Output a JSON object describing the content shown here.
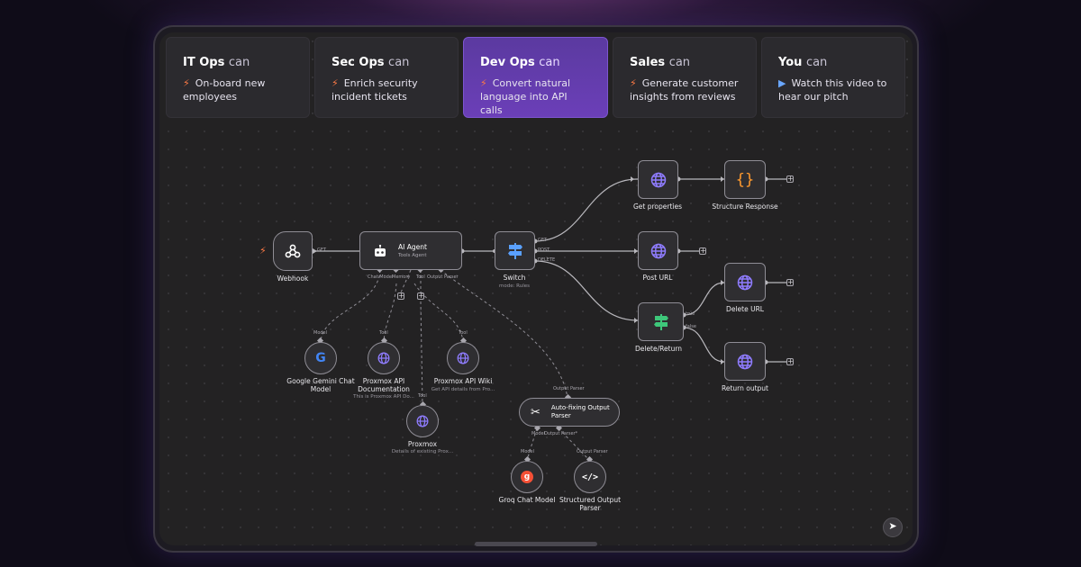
{
  "tabs": [
    {
      "team": "IT Ops",
      "can": "can",
      "glyph": "lightning-icon",
      "desc_line1": "On-board new",
      "desc_line2": "employees"
    },
    {
      "team": "Sec Ops",
      "can": "can",
      "glyph": "lightning-icon",
      "desc_line1": "Enrich security",
      "desc_line2": "incident tickets"
    },
    {
      "team": "Dev Ops",
      "can": "can",
      "glyph": "lightning-icon",
      "desc_line1": "Convert natural",
      "desc_line2": "language into API calls"
    },
    {
      "team": "Sales",
      "can": "can",
      "glyph": "lightning-icon",
      "desc_line1": "Generate customer",
      "desc_line2": "insights from reviews"
    },
    {
      "team": "You",
      "can": "can",
      "glyph": "play-icon",
      "desc_line1": "Watch this video to",
      "desc_line2": "hear our pitch"
    }
  ],
  "workflow": {
    "webhook": {
      "label": "Webhook",
      "out": "GET"
    },
    "agent": {
      "title": "AI Agent",
      "subtitle": "Tools Agent",
      "ports": [
        "Chat Model",
        "Memory",
        "Tool",
        "Output Parser"
      ]
    },
    "switch": {
      "label": "Switch",
      "sub": "mode: Rules",
      "outs": [
        "GET",
        "POST",
        "DELETE"
      ]
    },
    "get_properties": {
      "label": "Get properties"
    },
    "structure_response": {
      "label": "Structure Response"
    },
    "post_url": {
      "label": "Post URL"
    },
    "delete_return": {
      "label": "Delete/Return",
      "outs": [
        "true",
        "false"
      ]
    },
    "delete_url": {
      "label": "Delete URL"
    },
    "return_output": {
      "label": "Return output"
    },
    "gemini": {
      "type": "Model",
      "line1": "Google Gemini Chat",
      "line2": "Model"
    },
    "proxmox_docs": {
      "type": "Tool",
      "line1": "Proxmox API",
      "line2": "Documentation",
      "sub": "This is Proxmox API Do..."
    },
    "proxmox_wiki": {
      "type": "Tool",
      "line1": "Proxmox API Wiki",
      "sub": "Get API details from Pro..."
    },
    "proxmox": {
      "type": "Tool",
      "line1": "Proxmox",
      "sub": "Details of existing Prox..."
    },
    "autofix": {
      "type": "Output Parser",
      "line1": "Auto-fixing Output",
      "line2": "Parser",
      "ports": [
        "Model",
        "Output Parser*"
      ]
    },
    "groq": {
      "type": "Model",
      "line1": "Groq Chat Model"
    },
    "structured_parser": {
      "type": "Output Parser",
      "line1": "Structured Output",
      "line2": "Parser"
    }
  },
  "colors": {
    "accent": "#6b3fb8",
    "lightning": "#ff7a45",
    "globe": "#8f7cff",
    "switch": "#5aa0ff",
    "true_false": "#3ec77a"
  }
}
